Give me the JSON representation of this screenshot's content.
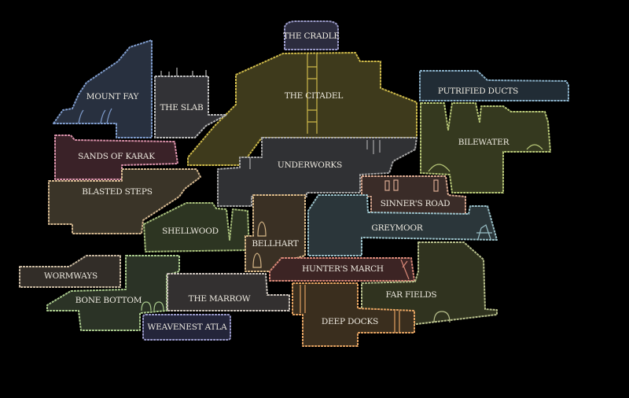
{
  "map": {
    "regions": {
      "cradle": {
        "label": "THE CRADLE",
        "fill": "#2c2c3e",
        "stroke": "#9a9ac8"
      },
      "mountfay": {
        "label": "MOUNT FAY",
        "fill": "#28303f",
        "stroke": "#7f9ccc"
      },
      "slab": {
        "label": "THE SLAB",
        "fill": "#323236",
        "stroke": "#b8b8b8"
      },
      "citadel": {
        "label": "THE CITADEL",
        "fill": "#3e3a1c",
        "stroke": "#cdb94a"
      },
      "ducts": {
        "label": "PUTRIFIED DUCTS",
        "fill": "#212c35",
        "stroke": "#8ab0c8"
      },
      "bilewater": {
        "label": "BILEWATER",
        "fill": "#35391f",
        "stroke": "#b8c878"
      },
      "karak": {
        "label": "SANDS OF KARAK",
        "fill": "#3a2228",
        "stroke": "#d890a8"
      },
      "underworks": {
        "label": "UNDERWORKS",
        "fill": "#303134",
        "stroke": "#a8a8a8"
      },
      "sinners": {
        "label": "SINNER'S ROAD",
        "fill": "#3a2c28",
        "stroke": "#d8a890"
      },
      "blasted": {
        "label": "BLASTED STEPS",
        "fill": "#3a3428",
        "stroke": "#d4b890"
      },
      "greymoor": {
        "label": "GREYMOOR",
        "fill": "#2b363a",
        "stroke": "#9ac0c8"
      },
      "shellwood": {
        "label": "SHELLWOOD",
        "fill": "#2d3522",
        "stroke": "#a8c07c"
      },
      "bellhart": {
        "label": "BELLHART",
        "fill": "#3a3024",
        "stroke": "#d8b888"
      },
      "hunters": {
        "label": "HUNTER'S MARCH",
        "fill": "#3c2424",
        "stroke": "#d88878"
      },
      "wormways": {
        "label": "WORMWAYS",
        "fill": "#322d28",
        "stroke": "#c8b8a0"
      },
      "bonebottom": {
        "label": "BONE BOTTOM",
        "fill": "#2b3326",
        "stroke": "#a8c88c"
      },
      "marrow": {
        "label": "THE MARROW",
        "fill": "#333030",
        "stroke": "#c8c0b8"
      },
      "farfields": {
        "label": "FAR FIELDS",
        "fill": "#30331f",
        "stroke": "#b8c08c"
      },
      "deepdocks": {
        "label": "DEEP DOCKS",
        "fill": "#3a2e1e",
        "stroke": "#e0a060"
      },
      "weavenest": {
        "label": "WEAVENEST ATLA",
        "fill": "#24253a",
        "stroke": "#9898c8"
      }
    }
  }
}
